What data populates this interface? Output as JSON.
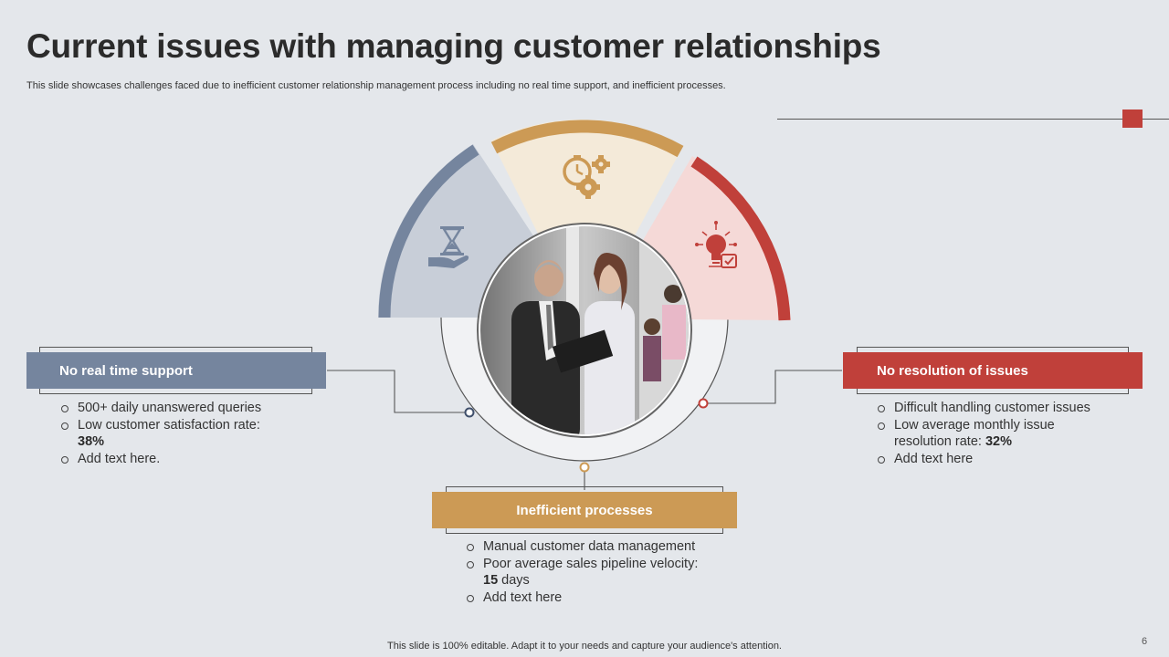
{
  "title": "Current issues with managing customer relationships",
  "subtitle": "This slide showcases challenges faced due to inefficient customer relationship management process including no real time support, and inefficient processes.",
  "colors": {
    "blue": "#75859e",
    "gold": "#cc9a55",
    "red": "#c0403a",
    "background": "#e4e7eb"
  },
  "segments": [
    {
      "icon": "hourglass-hand-icon",
      "color": "#75859e"
    },
    {
      "icon": "clock-gears-icon",
      "color": "#cc9a55"
    },
    {
      "icon": "lightbulb-check-icon",
      "color": "#c0403a"
    }
  ],
  "center_image": "business-people-photo",
  "left": {
    "heading": "No real time support",
    "items": [
      {
        "text": "500+ daily unanswered queries",
        "bold": ""
      },
      {
        "text": "Low customer satisfaction rate: ",
        "bold": "38%"
      },
      {
        "text": "Add text here.",
        "bold": ""
      }
    ]
  },
  "bottom": {
    "heading": "Inefficient processes",
    "items": [
      {
        "text": "Manual customer data management",
        "bold": ""
      },
      {
        "text": "Poor average sales pipeline velocity: ",
        "bold": "15",
        "suffix": " days"
      },
      {
        "text": "Add text here",
        "bold": ""
      }
    ]
  },
  "right": {
    "heading": "No resolution of issues",
    "items": [
      {
        "text": "Difficult handling customer issues",
        "bold": ""
      },
      {
        "text": "Low average monthly issue resolution rate: ",
        "bold": "32%"
      },
      {
        "text": "Add text here",
        "bold": ""
      }
    ]
  },
  "footer": "This slide is 100% editable. Adapt it to your needs and capture your audience's attention.",
  "page_number": "6"
}
